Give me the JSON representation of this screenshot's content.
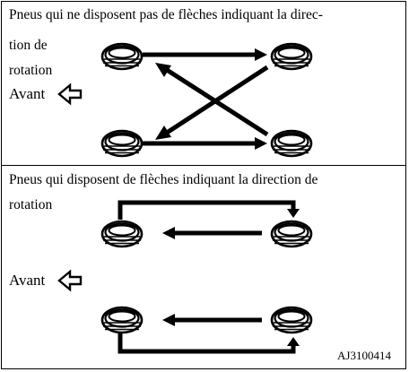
{
  "section1": {
    "title_line1": "Pneus qui ne disposent pas de flèches indiquant la direc-",
    "title_line2": "tion de",
    "title_line3": "rotation",
    "avant": "Avant"
  },
  "section2": {
    "title_line1": "Pneus qui disposent de flèches indiquant la direction de",
    "title_line2": "rotation",
    "avant": "Avant"
  },
  "figure_code": "AJ3100414",
  "colors": {
    "ink": "#000000",
    "background": "#ffffff"
  },
  "icons": {
    "tire": "tire-icon",
    "front_arrow": "hollow-left-arrow-icon"
  }
}
